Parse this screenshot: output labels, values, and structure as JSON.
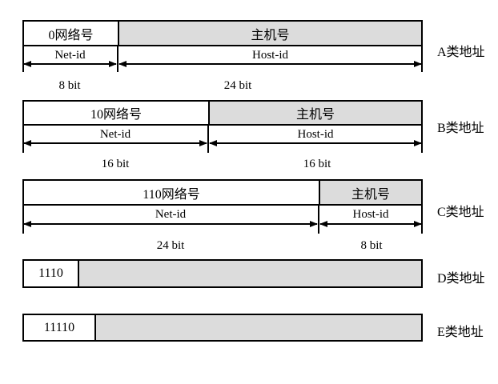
{
  "colors": {
    "host_fill_gray": "#dcdcdc",
    "line_black": "#000000",
    "background": "#ffffff"
  },
  "rows": {
    "a": {
      "class_label": "A类地址",
      "net_box": "0网络号",
      "host_box": "主机号",
      "net_id": "Net-id",
      "host_id": "Host-id",
      "net_bits": "8 bit",
      "host_bits": "24 bit"
    },
    "b": {
      "class_label": "B类地址",
      "net_box": "10网络号",
      "host_box": "主机号",
      "net_id": "Net-id",
      "host_id": "Host-id",
      "net_bits": "16 bit",
      "host_bits": "16 bit"
    },
    "c": {
      "class_label": "C类地址",
      "net_box": "110网络号",
      "host_box": "主机号",
      "net_id": "Net-id",
      "host_id": "Host-id",
      "net_bits": "24 bit",
      "host_bits": "8 bit"
    },
    "d": {
      "class_label": "D类地址",
      "prefix_bits": "1110"
    },
    "e": {
      "class_label": "E类地址",
      "prefix_bits": "11110"
    }
  }
}
